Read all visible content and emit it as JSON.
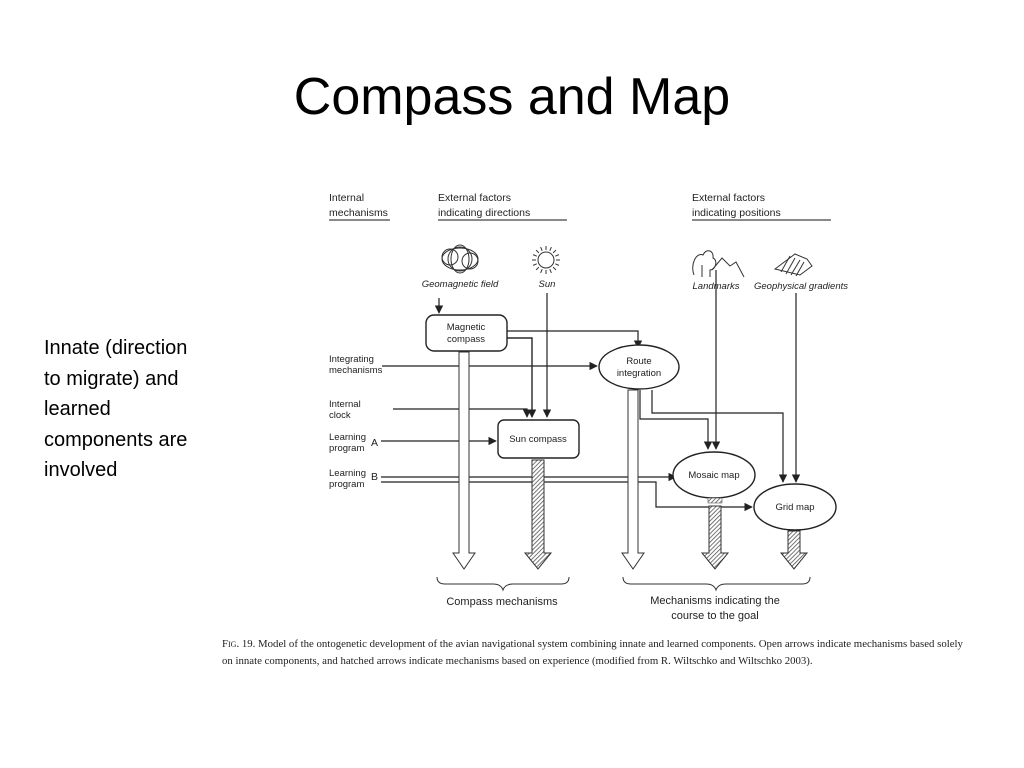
{
  "title": "Compass and Map",
  "side_note": "Innate (direction to migrate) and learned components are involved",
  "diagram": {
    "headers": {
      "internal": [
        "Internal",
        "mechanisms"
      ],
      "ext_dir": [
        "External factors",
        "indicating directions"
      ],
      "ext_pos": [
        "External factors",
        "indicating positions"
      ]
    },
    "factors": {
      "geomagnetic": "Geomagnetic field",
      "sun": "Sun",
      "landmarks": "Landmarks",
      "gradients": "Geophysical gradients"
    },
    "internal_inputs": {
      "integrating": [
        "Integrating",
        "mechanisms"
      ],
      "clock": [
        "Internal",
        "clock"
      ],
      "learning_a": [
        "Learning",
        "program"
      ],
      "learning_a_letter": "A",
      "learning_b": [
        "Learning",
        "program"
      ],
      "learning_b_letter": "B"
    },
    "nodes": {
      "magnetic_compass": [
        "Magnetic",
        "compass"
      ],
      "route_integration": [
        "Route",
        "integration"
      ],
      "sun_compass": "Sun compass",
      "mosaic_map": "Mosaic map",
      "grid_map": "Grid map"
    },
    "outputs": {
      "compass_mechanisms": "Compass mechanisms",
      "course_to_goal": [
        "Mechanisms indicating the",
        "course to the goal"
      ]
    }
  },
  "caption": {
    "label": "Fig. 19.",
    "text": "Model of the ontogenetic development of the avian navigational system combining innate and learned components. Open arrows indicate mechanisms based solely on innate components, and hatched arrows indicate mechanisms based on experience (modified from R. Wiltschko and Wiltschko 2003)."
  }
}
